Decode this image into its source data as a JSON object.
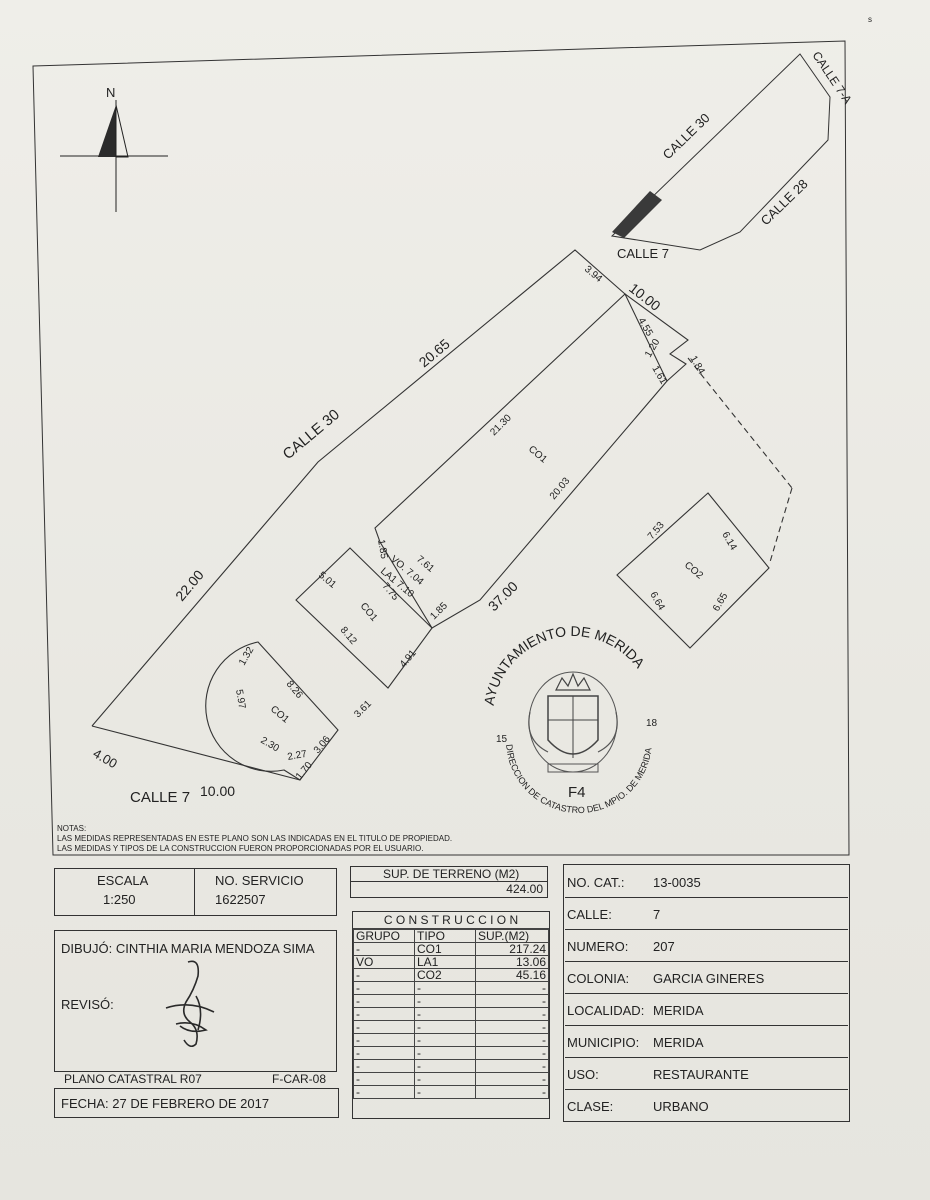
{
  "map": {
    "north_label": "N",
    "streets": {
      "calle30_main": "CALLE 30",
      "calle7_main": "CALLE 7",
      "calle30_inset": "CALLE 30",
      "calle7a_inset": "CALLE 7-A",
      "calle28_inset": "CALLE 28",
      "calle7_inset": "CALLE 7"
    },
    "dimensions": {
      "d2065": "20.65",
      "d2200": "22.00",
      "d394": "3.94",
      "d1000_top": "10.00",
      "d455": "4.55",
      "d120": "1.20",
      "d161": "1.61",
      "d184": "1.84",
      "d2130": "21.30",
      "d2003": "20.03",
      "d3700": "37.00",
      "d185a": "1.85",
      "d761": "7.61",
      "vo": "VO. 7.04",
      "la1": "LA1 7.10",
      "d501": "5.01",
      "d775": "7.75",
      "d185b": "1.85",
      "d812": "8.12",
      "d491": "4.91",
      "d361": "3.61",
      "d132": "1.32",
      "d826": "8.26",
      "d597": "5.97",
      "d230": "2.30",
      "d227": "2.27",
      "d306": "3.06",
      "d170": "1.70",
      "d400": "4.00",
      "d1000_bottom": "10.00",
      "d753": "7.53",
      "d614": "6.14",
      "d664": "6.64",
      "d665": "6.65"
    },
    "zones": {
      "co1_big": "CO1",
      "co1_mid": "CO1",
      "co1_small": "CO1",
      "co2": "CO2"
    },
    "seal": {
      "top_text": "AYUNTAMIENTO DE MERIDA",
      "bottom_text": "DIRECCION DE CATASTRO DEL MPIO. DE MERIDA",
      "left_num": "15",
      "right_num": "18",
      "code": "F4"
    },
    "page_mark": "s"
  },
  "notes": {
    "heading": "NOTAS:",
    "line1": "LAS MEDIDAS REPRESENTADAS EN ESTE PLANO SON LAS INDICADAS EN EL TITULO DE PROPIEDAD.",
    "line2": "LAS MEDIDAS Y TIPOS DE LA CONSTRUCCION FUERON PROPORCIONADAS POR EL USUARIO."
  },
  "title_block": {
    "escala_label": "ESCALA",
    "escala_value": "1:250",
    "servicio_label": "NO. SERVICIO",
    "servicio_value": "1622507",
    "dibujo": "DIBUJÓ: CINTHIA MARIA MENDOZA SIMA",
    "reviso": "REVISÓ:",
    "plano": "PLANO CATASTRAL R07",
    "formato": "F-CAR-08",
    "fecha": "FECHA: 27 DE FEBRERO DE 2017"
  },
  "terreno": {
    "label": "SUP. DE TERRENO (M2)",
    "value": "424.00"
  },
  "construccion": {
    "title": "C O N S T R U C C I O N",
    "headers": [
      "GRUPO",
      "TIPO",
      "SUP.(M2)"
    ],
    "rows": [
      [
        "-",
        "CO1",
        "217.24"
      ],
      [
        "VO",
        "LA1",
        "13.06"
      ],
      [
        "-",
        "CO2",
        "45.16"
      ],
      [
        "-",
        "-",
        "-"
      ],
      [
        "-",
        "-",
        "-"
      ],
      [
        "-",
        "-",
        "-"
      ],
      [
        "-",
        "-",
        "-"
      ],
      [
        "-",
        "-",
        "-"
      ],
      [
        "-",
        "-",
        "-"
      ],
      [
        "-",
        "-",
        "-"
      ],
      [
        "-",
        "-",
        "-"
      ],
      [
        "-",
        "-",
        "-"
      ]
    ]
  },
  "info": [
    {
      "k": "NO. CAT.:",
      "v": "13-0035"
    },
    {
      "k": "CALLE:",
      "v": "7"
    },
    {
      "k": "NUMERO:",
      "v": "207"
    },
    {
      "k": "COLONIA:",
      "v": "GARCIA GINERES"
    },
    {
      "k": "LOCALIDAD:",
      "v": "MERIDA"
    },
    {
      "k": "MUNICIPIO:",
      "v": "MERIDA"
    },
    {
      "k": "USO:",
      "v": "RESTAURANTE"
    },
    {
      "k": "CLASE:",
      "v": "URBANO"
    }
  ]
}
